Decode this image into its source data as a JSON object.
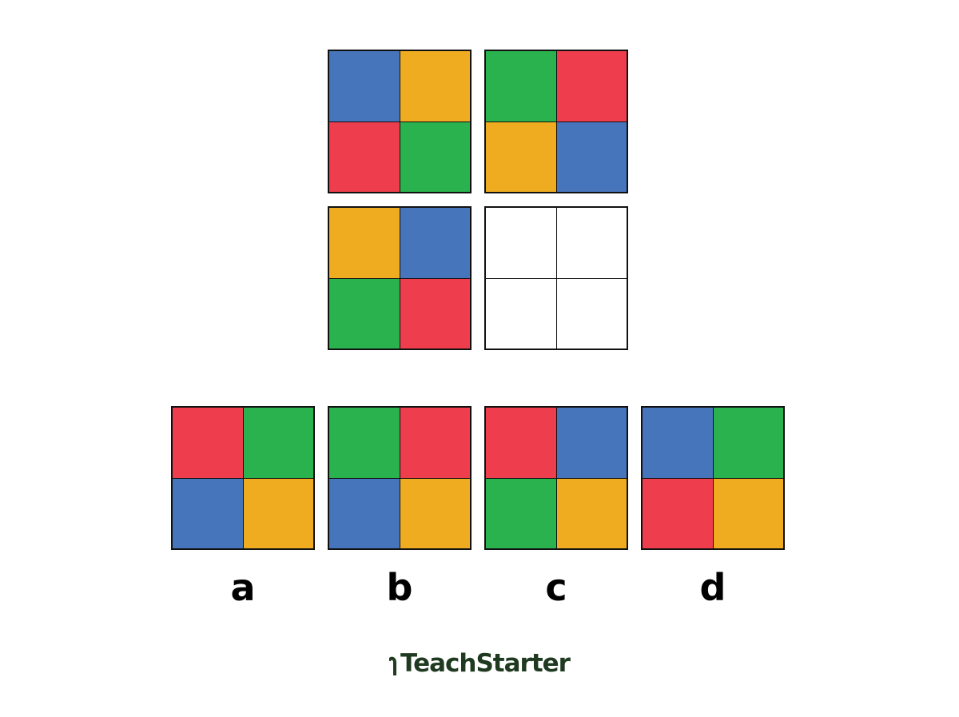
{
  "colors": {
    "blue": "#4775bb",
    "yellow": "#efac20",
    "red": "#ee3d4d",
    "green": "#29b24e",
    "empty": "#ffffff",
    "brand": "#1f3a20"
  },
  "puzzle": {
    "top_left": [
      "blue",
      "yellow",
      "red",
      "green"
    ],
    "top_right": [
      "green",
      "red",
      "yellow",
      "blue"
    ],
    "bottom_left": [
      "yellow",
      "blue",
      "green",
      "red"
    ],
    "bottom_right": [
      "empty",
      "empty",
      "empty",
      "empty"
    ]
  },
  "options": [
    {
      "label": "a",
      "cells": [
        "red",
        "green",
        "blue",
        "yellow"
      ]
    },
    {
      "label": "b",
      "cells": [
        "green",
        "red",
        "blue",
        "yellow"
      ]
    },
    {
      "label": "c",
      "cells": [
        "red",
        "blue",
        "green",
        "yellow"
      ]
    },
    {
      "label": "d",
      "cells": [
        "blue",
        "green",
        "red",
        "yellow"
      ]
    }
  ],
  "brand": {
    "name": "TeachStarter"
  }
}
